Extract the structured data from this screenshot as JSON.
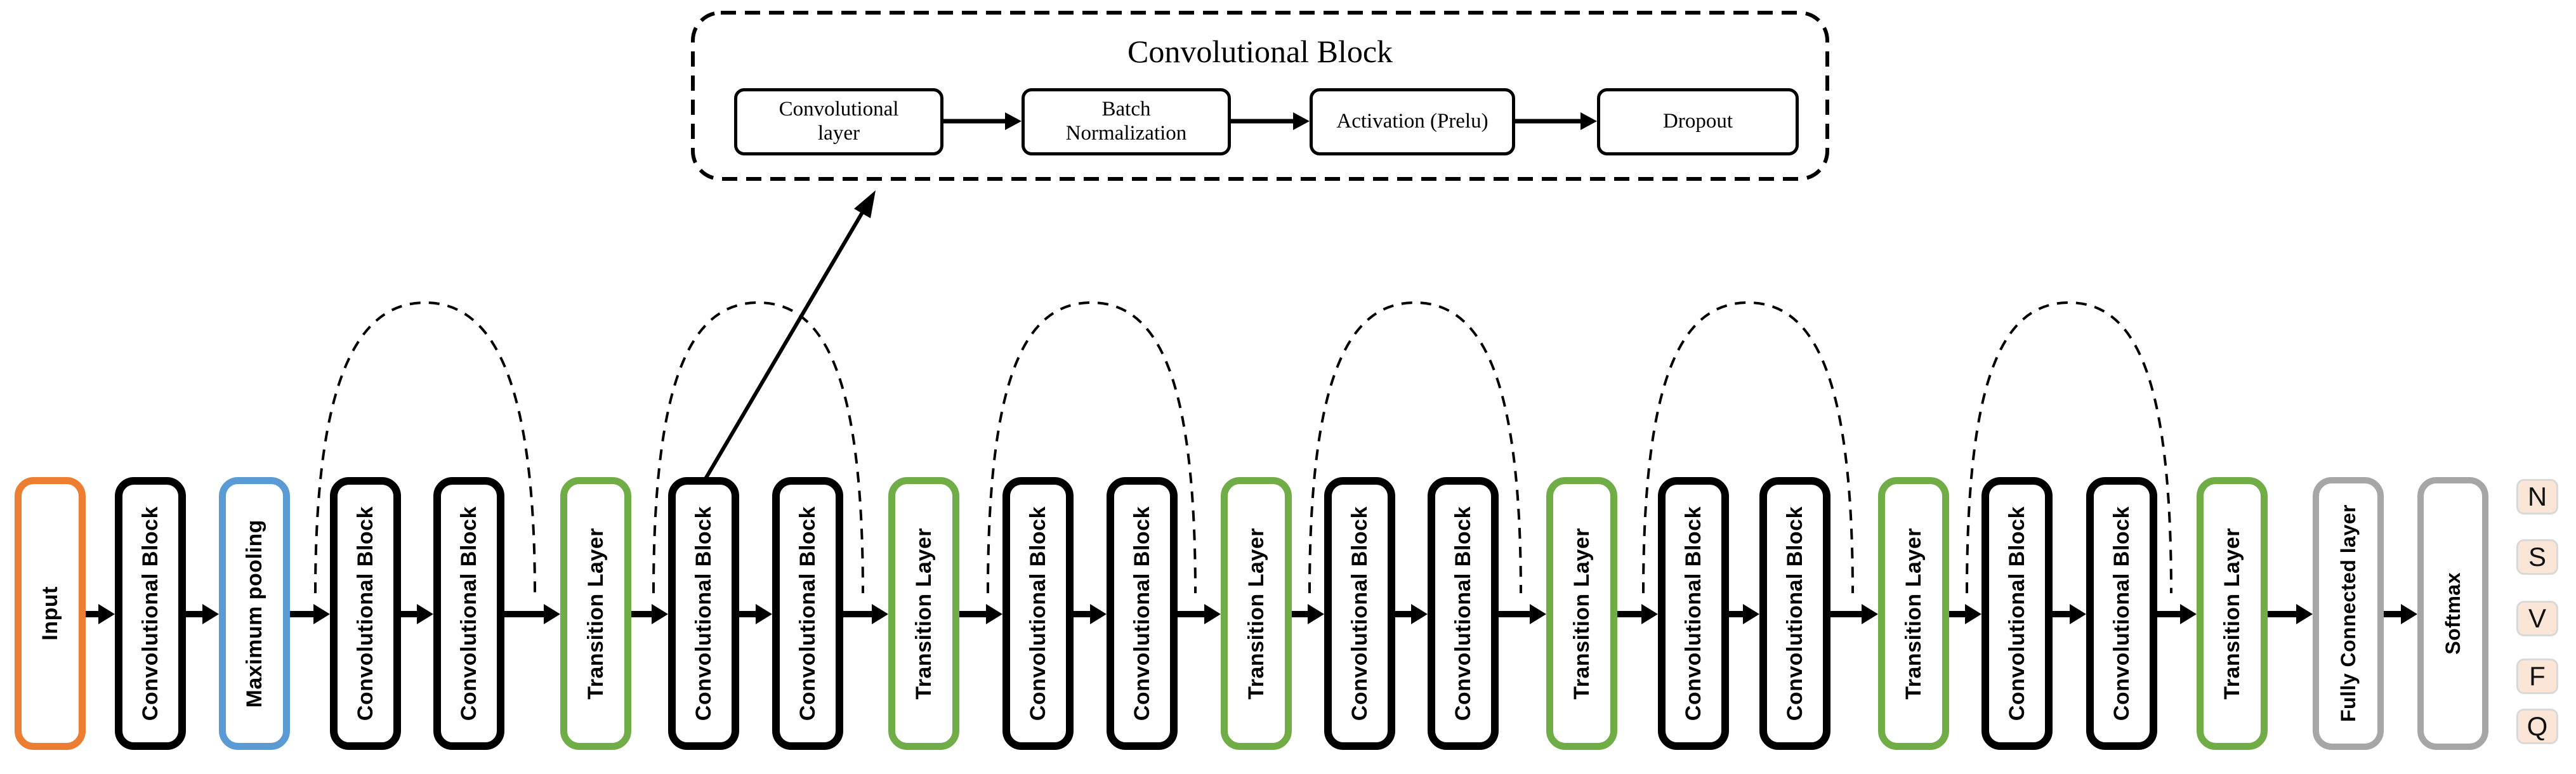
{
  "detail_panel": {
    "title": "Convolutional Block",
    "steps": [
      {
        "label": "Convolutional layer"
      },
      {
        "label": "Batch Normalization"
      },
      {
        "label": "Activation (Prelu)"
      },
      {
        "label": "Dropout"
      }
    ]
  },
  "pipeline": [
    {
      "label": "Input",
      "type": "input"
    },
    {
      "label": "Convolutional Block",
      "type": "conv"
    },
    {
      "label": "Maximum pooling",
      "type": "pool"
    },
    {
      "label": "Convolutional Block",
      "type": "conv"
    },
    {
      "label": "Convolutional Block",
      "type": "conv"
    },
    {
      "label": "Transition Layer",
      "type": "transition"
    },
    {
      "label": "Convolutional Block",
      "type": "conv"
    },
    {
      "label": "Convolutional Block",
      "type": "conv"
    },
    {
      "label": "Transition Layer",
      "type": "transition"
    },
    {
      "label": "Convolutional Block",
      "type": "conv"
    },
    {
      "label": "Convolutional Block",
      "type": "conv"
    },
    {
      "label": "Transition Layer",
      "type": "transition"
    },
    {
      "label": "Convolutional Block",
      "type": "conv"
    },
    {
      "label": "Convolutional Block",
      "type": "conv"
    },
    {
      "label": "Transition Layer",
      "type": "transition"
    },
    {
      "label": "Convolutional Block",
      "type": "conv"
    },
    {
      "label": "Convolutional Block",
      "type": "conv"
    },
    {
      "label": "Transition Layer",
      "type": "transition"
    },
    {
      "label": "Convolutional Block",
      "type": "conv"
    },
    {
      "label": "Convolutional Block",
      "type": "conv"
    },
    {
      "label": "Transition Layer",
      "type": "transition"
    },
    {
      "label": "Fully Connected layer",
      "type": "fully-connected"
    },
    {
      "label": "Softmax",
      "type": "softmax"
    }
  ],
  "outputs": [
    {
      "label": "N"
    },
    {
      "label": "S"
    },
    {
      "label": "V"
    },
    {
      "label": "F"
    },
    {
      "label": "Q"
    }
  ],
  "colors": {
    "input_border": "#ED7D31",
    "conv_block_border": "#000000",
    "max_pooling_border": "#5B9BD5",
    "transition_layer_border": "#70AD47",
    "fc_softmax_border": "#A6A6A6",
    "output_chip_fill": "#FBE5D6",
    "output_chip_border": "#D9D9D9"
  }
}
